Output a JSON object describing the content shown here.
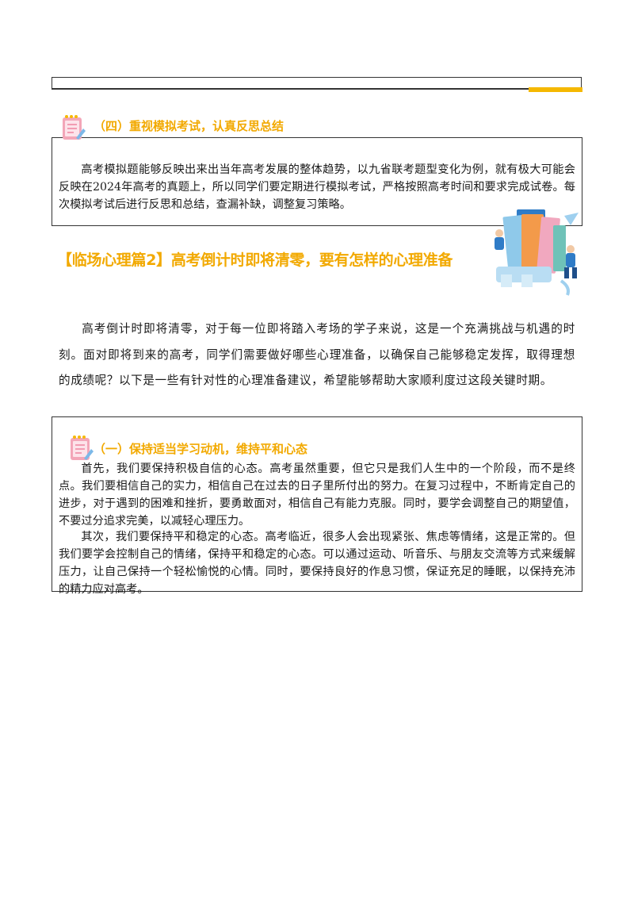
{
  "section4": {
    "heading": "（四）重视模拟考试，认真反思总结",
    "body": "高考模拟题能够反映出来出当年高考发展的整体趋势，以九省联考题型变化为例，就有极大可能会反映在2024年高考的真题上，所以同学们要定期进行模拟考试，严格按照高考时间和要求完成试卷。每次模拟考试后进行反思和总结，查漏补缺，调整复习策略。"
  },
  "main_heading": "【临场心理篇2】高考倒计时即将清零，要有怎样的心理准备",
  "intro": "高考倒计时即将清零，对于每一位即将踏入考场的学子来说，这是一个充满挑战与机遇的时刻。面对即将到来的高考，同学们需要做好哪些心理准备，以确保自己能够稳定发挥，取得理想的成绩呢？以下是一些有针对性的心理准备建议，希望能够帮助大家顺利度过这段关键时期。",
  "section1": {
    "heading": "（一）保持适当学习动机，维持平和心态",
    "para1": "首先，我们要保持积极自信的心态。高考虽然重要，但它只是我们人生中的一个阶段，而不是终点。我们要相信自己的实力，相信自己在过去的日子里所付出的努力。在复习过程中，不断肯定自己的进步，对于遇到的困难和挫折，要勇敢面对，相信自己有能力克服。同时，要学会调整自己的期望值，不要过分追求完美，以减轻心理压力。",
    "para2": "其次，我们要保持平和稳定的心态。高考临近，很多人会出现紧张、焦虑等情绪，这是正常的。但我们要学会控制自己的情绪，保持平和稳定的心态。可以通过运动、听音乐、与朋友交流等方式来缓解压力，让自己保持一个轻松愉悦的心情。同时，要保持良好的作息习惯，保证充足的睡眠，以保持充沛的精力应对高考。"
  },
  "colors": {
    "accent": "#f2a900",
    "icon_pink": "#f3a6b8",
    "bar": "#f5b800"
  }
}
